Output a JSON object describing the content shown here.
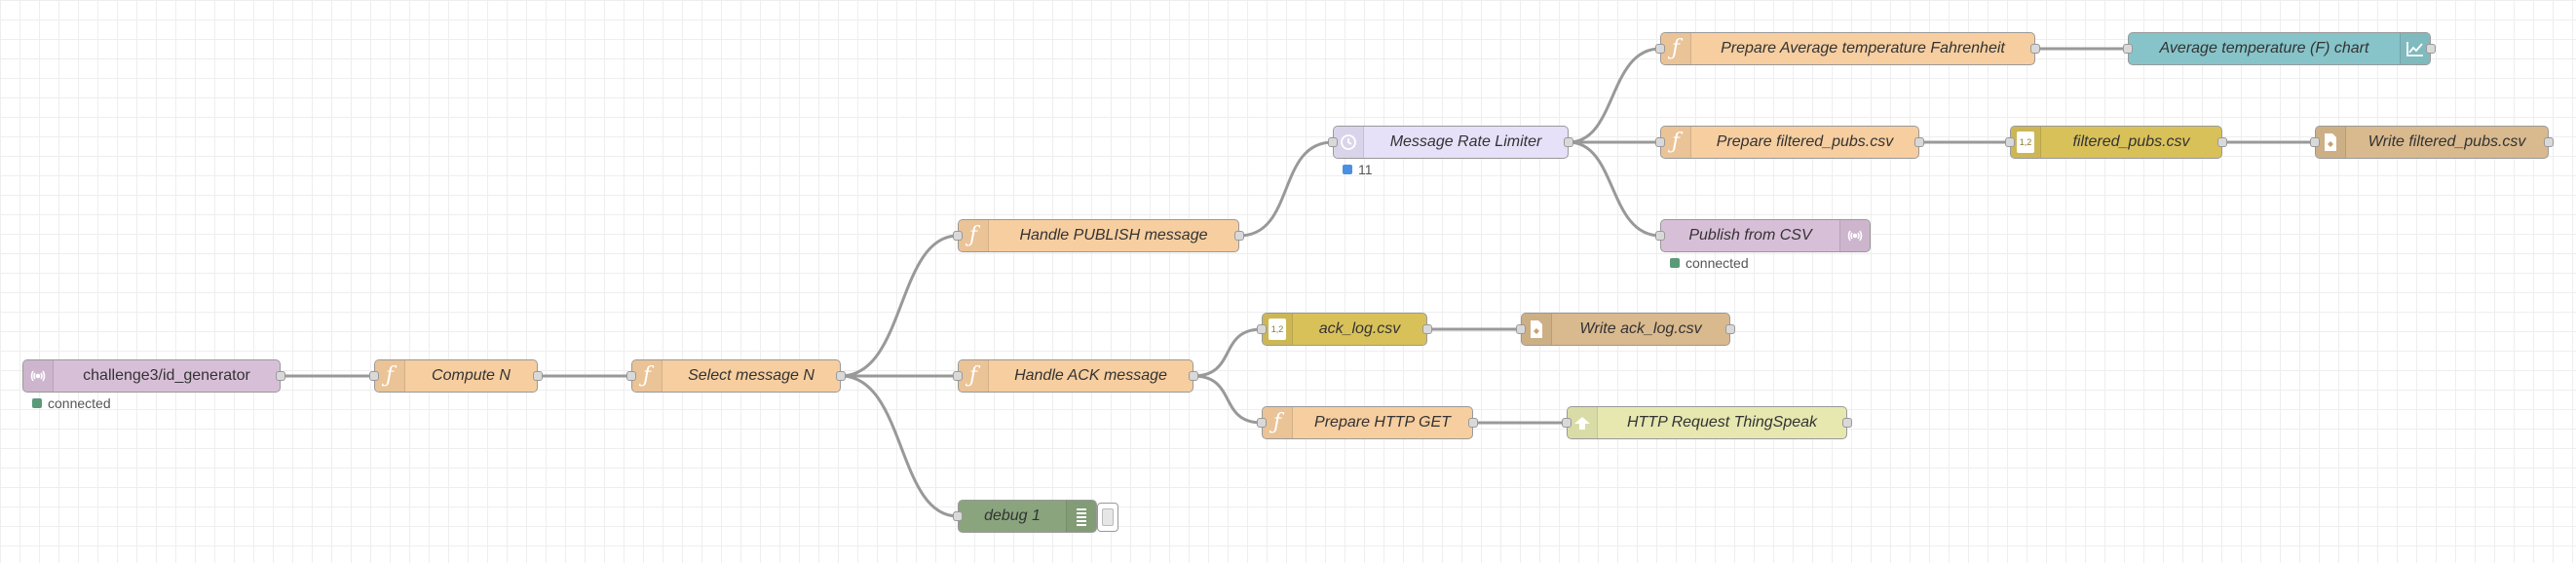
{
  "colors": {
    "function": "#f7ceA0",
    "mqtt": "#d8bfd8",
    "delay": "#e6e0f8",
    "csv": "#d9c15a",
    "file": "#d9b98e",
    "http": "#e6e8b0",
    "chart": "#86c4c9",
    "debug": "#8aa57d",
    "wire": "#999999",
    "status_connected": "#5a9a78",
    "status_blue": "#4a90e2"
  },
  "nodes": {
    "challenge3_id_generator": {
      "label": "challenge3/id_generator",
      "icon": "mqtt-icon",
      "status": "connected"
    },
    "compute_n": {
      "label": "Compute N",
      "icon": "function-icon"
    },
    "select_message_n": {
      "label": "Select message N",
      "icon": "function-icon"
    },
    "handle_publish": {
      "label": "Handle PUBLISH message",
      "icon": "function-icon"
    },
    "handle_ack": {
      "label": "Handle ACK message",
      "icon": "function-icon"
    },
    "debug_1": {
      "label": "debug 1",
      "icon": "debug-icon"
    },
    "message_rate_limiter": {
      "label": "Message Rate Limiter",
      "icon": "timer-icon",
      "status": "11"
    },
    "ack_log_csv": {
      "label": "ack_log.csv",
      "icon": "csv-icon"
    },
    "prepare_http_get": {
      "label": "Prepare HTTP GET",
      "icon": "function-icon"
    },
    "write_ack_log": {
      "label": "Write ack_log.csv",
      "icon": "file-icon"
    },
    "http_request_thingspeak": {
      "label": "HTTP Request ThingSpeak",
      "icon": "http-icon"
    },
    "prepare_avg_temp": {
      "label": "Prepare Average temperature Fahrenheit",
      "icon": "function-icon"
    },
    "avg_temp_chart": {
      "label": "Average temperature (F) chart",
      "icon": "chart-icon"
    },
    "prepare_filtered_pubs": {
      "label": "Prepare filtered_pubs.csv",
      "icon": "function-icon"
    },
    "filtered_pubs_csv": {
      "label": "filtered_pubs.csv",
      "icon": "csv-icon"
    },
    "write_filtered_pubs": {
      "label": "Write filtered_pubs.csv",
      "icon": "file-icon"
    },
    "publish_from_csv": {
      "label": "Publish from CSV",
      "icon": "mqtt-icon",
      "status": "connected"
    }
  },
  "csv_icon_text": "1,2"
}
